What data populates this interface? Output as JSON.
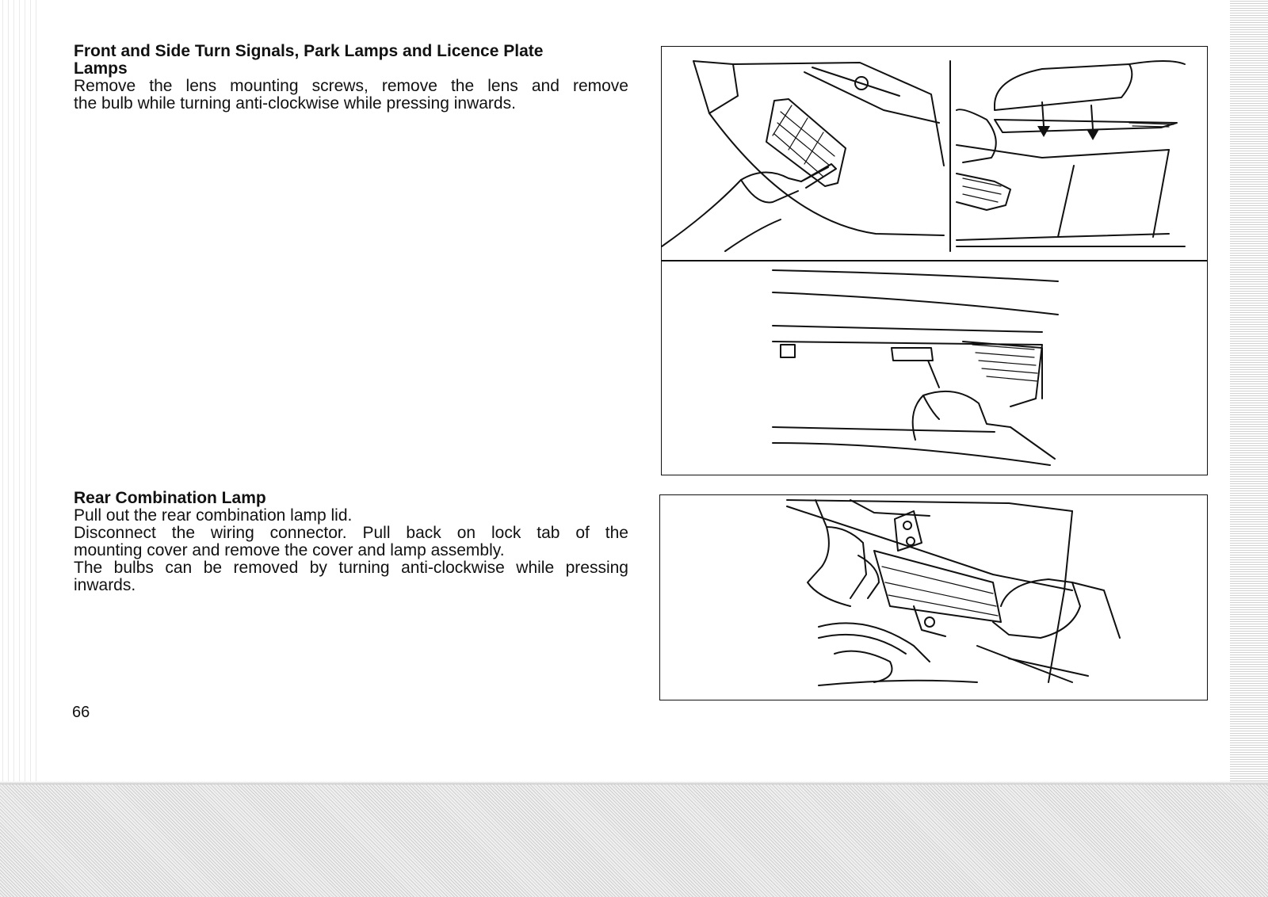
{
  "section_front": {
    "title_line1": "Front and Side Turn Signals, Park Lamps and Licence Plate",
    "title_line2": "Lamps",
    "body_lines": [
      "Remove the lens mounting screws, remove the lens and remove",
      "the bulb while turning anti-clockwise while pressing inwards."
    ]
  },
  "section_rear": {
    "title": "Rear Combination Lamp",
    "body_lines": [
      "Pull out the rear combination lamp lid.",
      "Disconnect the wiring connector. Pull back on lock tab of the",
      "mounting cover and remove the cover and lamp assembly.",
      "The bulbs can be removed by turning anti-clockwise while pressing",
      "inwards."
    ]
  },
  "page_number": "66"
}
